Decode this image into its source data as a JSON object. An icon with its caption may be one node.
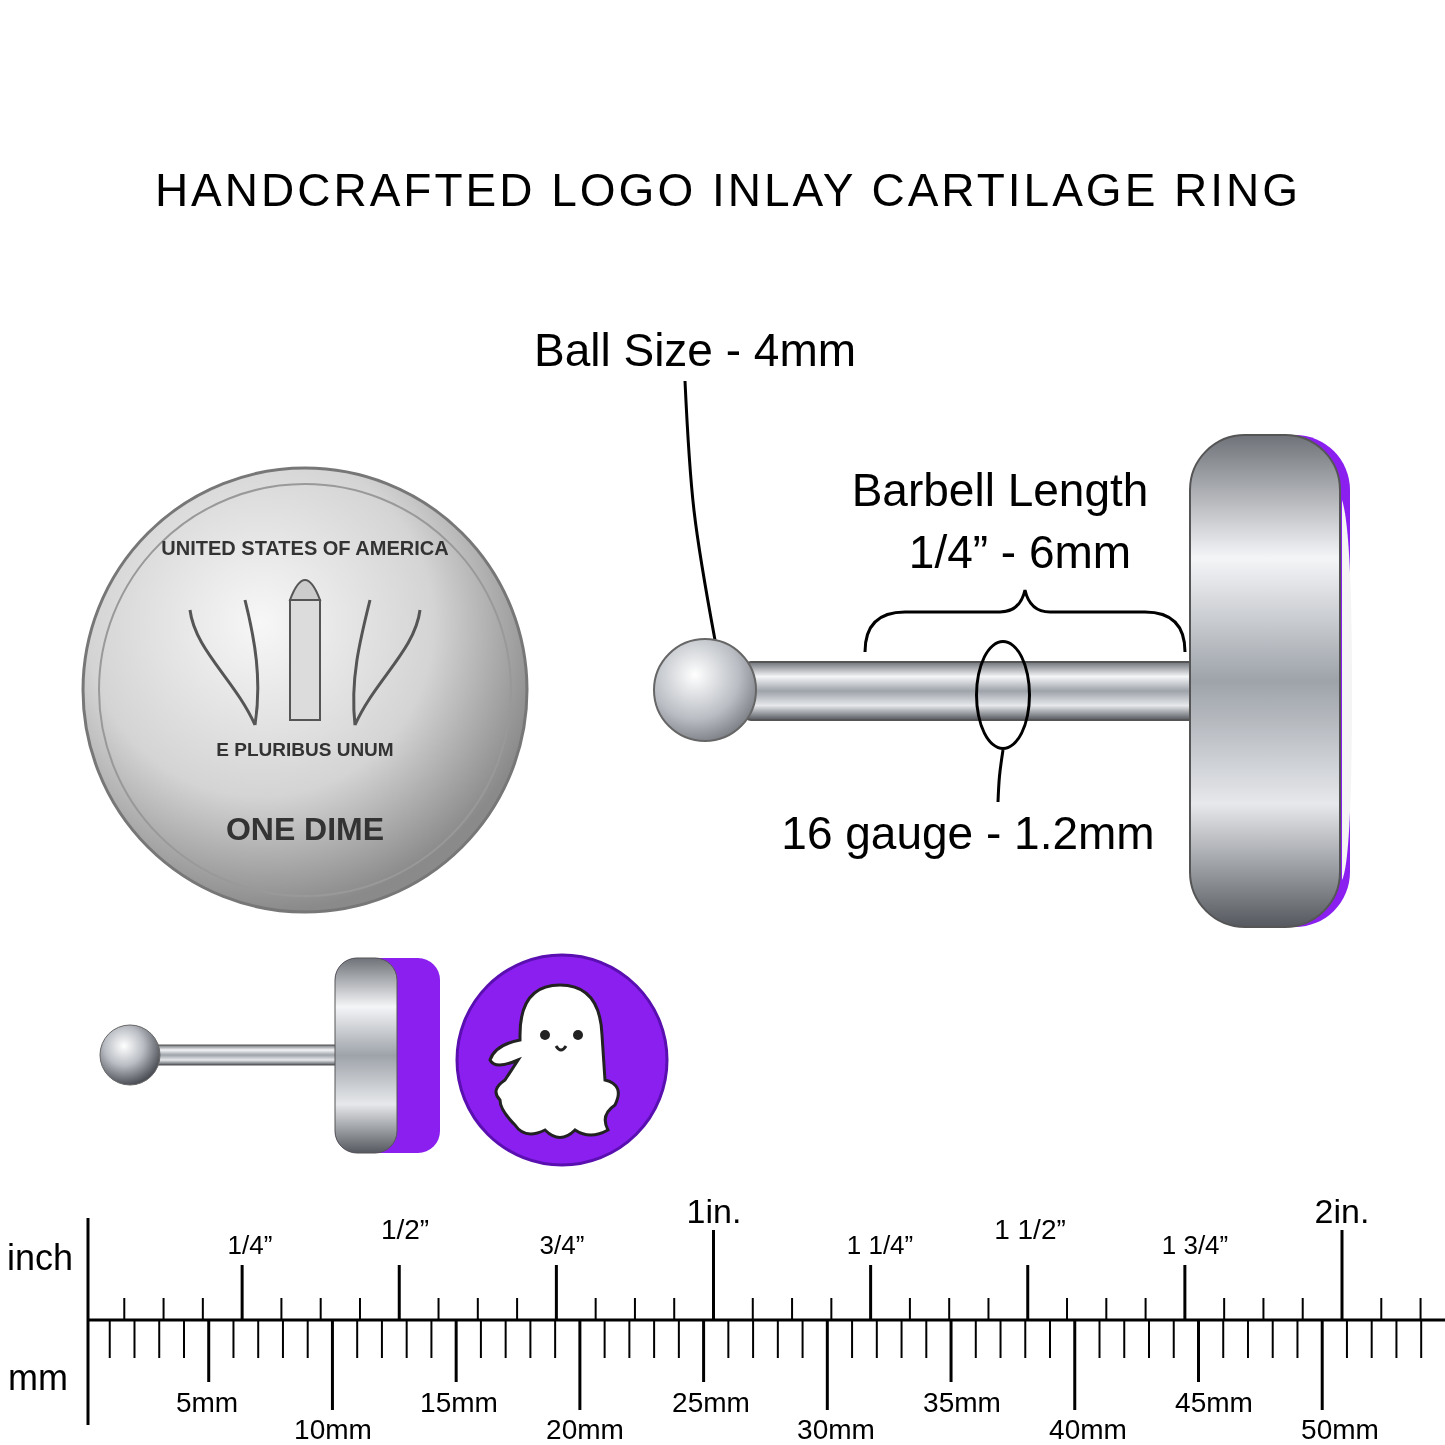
{
  "diagram": {
    "title": "HANDCRAFTED LOGO INLAY CARTILAGE RING",
    "nodes": [
      {
        "text": [
          "Ball Size - 4mm"
        ]
      },
      {
        "text": [],
        "shape": "circle"
      },
      {
        "text": [
          "16 gauge - 1.2mm"
        ]
      },
      {
        "text": [],
        "shape": "circle"
      }
    ],
    "edges": [
      {
        "from": 0,
        "to": 1,
        "arrow": "none"
      },
      {
        "from": 2,
        "to": 3,
        "arrow": "none"
      }
    ],
    "labels": [
      "Barbell Length",
      "1/4” - 6mm",
      "UNITED STATES OF AMERICA",
      "E PLURIBUS UNUM",
      "ONE DIME",
      "inch",
      "mm",
      "1/4”",
      "1/2”",
      "3/4”",
      "1in.",
      "1 1/4”",
      "1 1/2”",
      "1 3/4”",
      "2in.",
      "5mm",
      "10mm",
      "15mm",
      "20mm",
      "25mm",
      "30mm",
      "35mm",
      "40mm",
      "45mm",
      "50mm"
    ]
  }
}
